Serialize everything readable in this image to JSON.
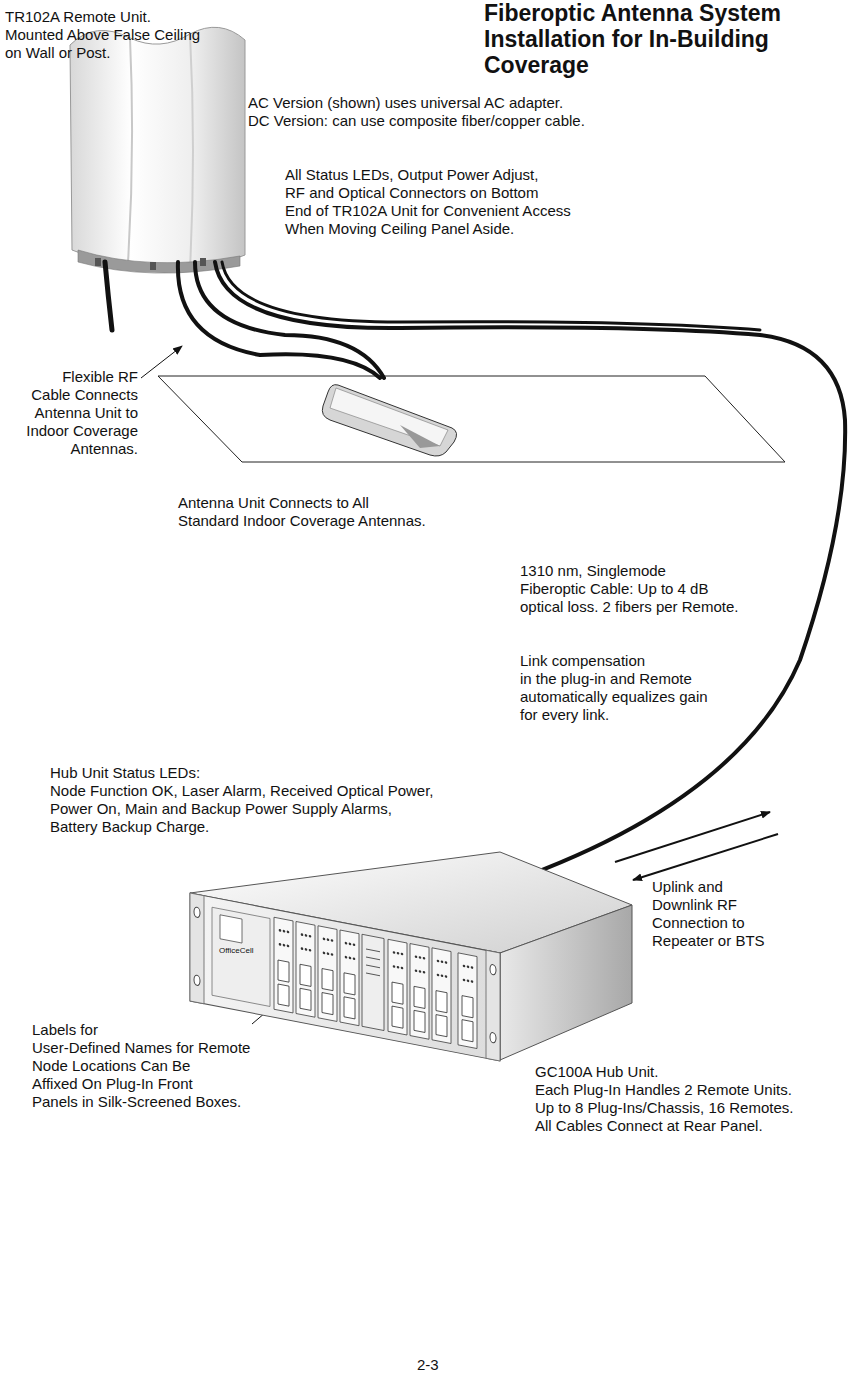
{
  "diagram": {
    "title": "Fiberoptic Antenna System Installation for In-Building Coverage",
    "labels": [
      "TR102A Remote Unit. Mounted Above False Ceiling on Wall or Post.",
      "AC Version (shown) uses universal AC adapter. DC Version: can use composite fiber/copper cable.",
      "All Status LEDs, Output Power Adjust, RF and Optical Connectors on Bottom End of TR102A Unit for Convenient Access When Moving Ceiling Panel Aside.",
      "Flexible RF Cable Connects Antenna Unit to Indoor Coverage Antennas.",
      "Antenna Unit Connects to All Standard Indoor Coverage Antennas.",
      "1310 nm, Singlemode Fiberoptic Cable: Up to 4 dB optical loss. 2 fibers per Remote.",
      "Link compensation in the plug-in and Remote automatically equalizes gain for every link.",
      "Hub Unit Status LEDs: Node Function OK, Laser Alarm, Received Optical Power, Power On, Main and Backup Power Supply Alarms, Battery Backup Charge.",
      "Uplink and Downlink RF Connection to Repeater or BTS",
      "Labels for User-Defined Names for Remote Node Locations Can Be Affixed On Plug-In Front Panels in Silk-Screened Boxes.",
      "GC100A Hub Unit. Each Plug-In Handles 2 Remote Units. Up to 8 Plug-Ins/Chassis, 16 Remotes. All Cables Connect at Rear Panel.",
      "OfficeCell",
      "2-3"
    ]
  }
}
